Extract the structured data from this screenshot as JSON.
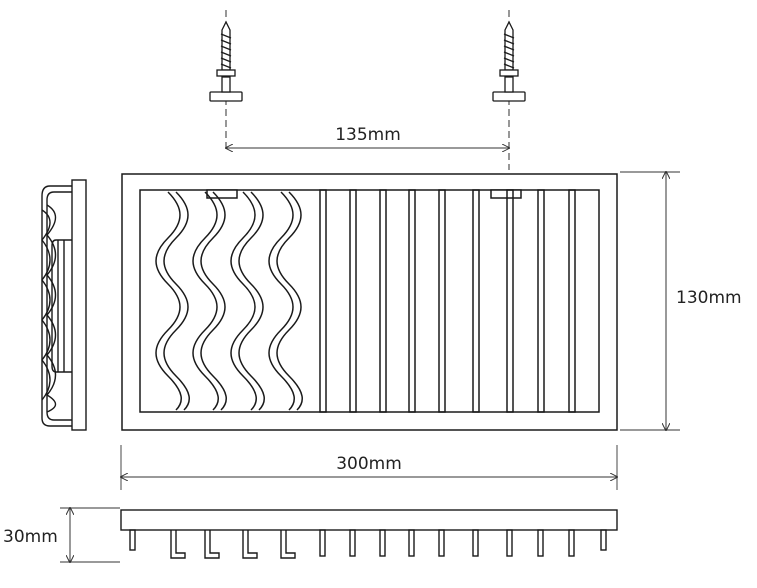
{
  "dimensions": {
    "screw_spacing": "135mm",
    "height": "130mm",
    "width": "300mm",
    "depth": "30mm"
  },
  "colors": {
    "line": "#1a1a1a",
    "dimension_line": "#333333",
    "background": "#ffffff"
  },
  "icons": [
    "screw-icon",
    "screw-icon"
  ]
}
